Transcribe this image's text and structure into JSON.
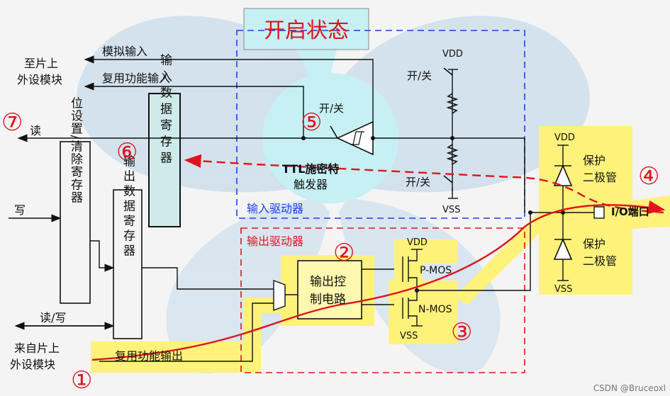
{
  "callout_title": "开启状态",
  "left_labels": {
    "to_peripheral": [
      "至片上",
      "外设模块"
    ],
    "analog_input": "模拟输入",
    "altfunc_input": "复用功能输入",
    "read": "读",
    "write": "写",
    "read_write": "读/写",
    "from_peripheral": [
      "来自片上",
      "外设模块"
    ],
    "altfunc_output": "复用功能输出"
  },
  "registers": {
    "input_data": "输入数据寄存器",
    "bitset_reset": "位设置/清除寄存器",
    "output_data": "输出数据寄存器"
  },
  "input_driver": {
    "label": "输入驱动器",
    "switch_top": "开/关",
    "switch_bottom": "开/关",
    "switch_trigger": "开/关",
    "trigger_label": [
      "TTL施密特",
      "触发器"
    ],
    "vdd": "VDD",
    "vss": "VSS"
  },
  "output_driver": {
    "label": "输出驱动器",
    "control_circuit": [
      "输出控",
      "制电路"
    ],
    "pmos": "P-MOS",
    "nmos": "N-MOS",
    "vdd": "VDD",
    "vss": "VSS"
  },
  "protection": {
    "diode_top": [
      "保护",
      "二极管"
    ],
    "diode_bottom": [
      "保护",
      "二极管"
    ],
    "vdd": "VDD",
    "vss": "VSS",
    "io_pin": "I/O端口"
  },
  "markers": [
    "①",
    "②",
    "③",
    "④",
    "⑤",
    "⑥",
    "⑦"
  ],
  "watermark": "CSDN @Bruceoxl",
  "colors": {
    "highlight": "#fff27a",
    "accent_red": "#e0141e",
    "accent_blue": "#1f3fe0",
    "register_fill": "#cfeaea",
    "bubble": "#c6f0f4"
  }
}
